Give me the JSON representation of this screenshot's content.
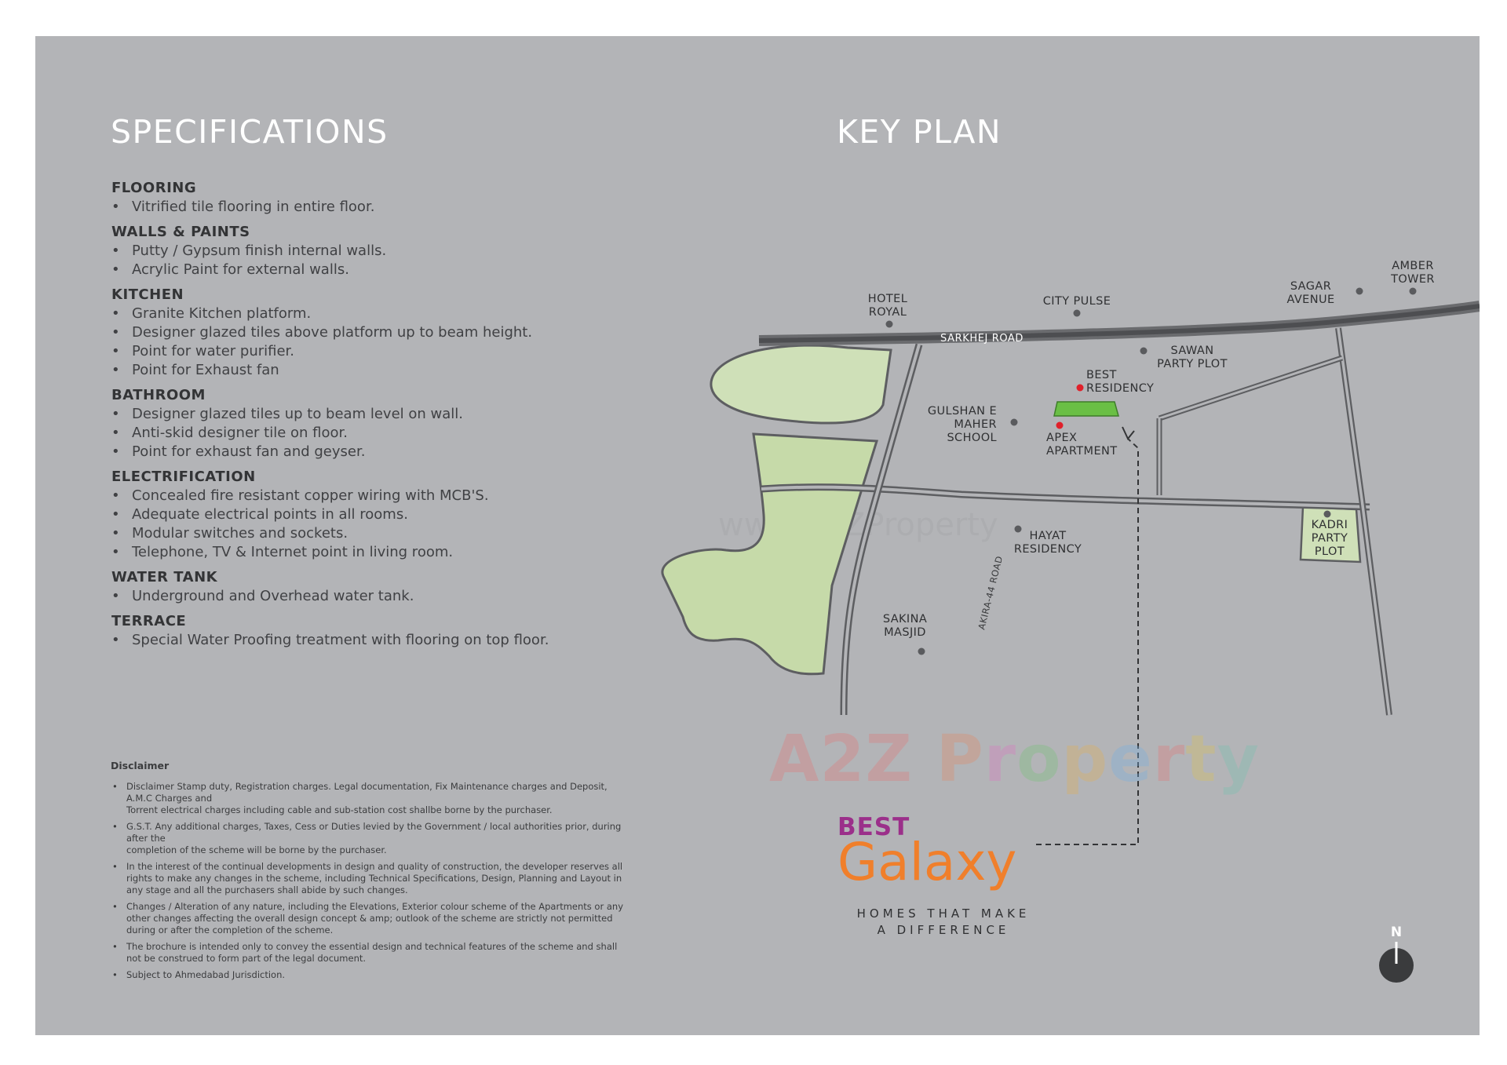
{
  "specifications": {
    "title": "SPECIFICATIONS",
    "sections": [
      {
        "heading": "FLOORING",
        "items": [
          "Vitrified tile flooring in entire floor."
        ]
      },
      {
        "heading": "WALLS & PAINTS",
        "items": [
          "Putty / Gypsum finish internal walls.",
          "Acrylic Paint for external walls."
        ]
      },
      {
        "heading": "KITCHEN",
        "items": [
          "Granite Kitchen platform.",
          "Designer glazed tiles above platform up to beam height.",
          "Point for water purifier.",
          "Point for Exhaust fan"
        ]
      },
      {
        "heading": "BATHROOM",
        "items": [
          "Designer glazed tiles up to beam level on wall.",
          "Anti-skid designer tile on floor.",
          "Point for exhaust fan and geyser."
        ]
      },
      {
        "heading": "ELECTRIFICATION",
        "items": [
          "Concealed fire resistant copper wiring with MCB'S.",
          "Adequate electrical points in all rooms.",
          "Modular switches and sockets.",
          "Telephone, TV & Internet point in living room."
        ]
      },
      {
        "heading": "WATER TANK",
        "items": [
          "Underground and Overhead water tank."
        ]
      },
      {
        "heading": "TERRACE",
        "items": [
          "Special Water Proofing treatment with flooring on top floor."
        ]
      }
    ]
  },
  "disclaimer": {
    "title": "Disclaimer",
    "items": [
      [
        "Disclaimer Stamp duty, Registration charges. Legal documentation, Fix Maintenance charges and Deposit,",
        "A.M.C Charges and",
        "Torrent electrical charges including cable and sub-station cost shallbe borne by the purchaser."
      ],
      [
        "G.S.T. Any additional charges, Taxes, Cess or Duties levied by the Government / local authorities prior, during",
        "after the",
        "completion of the scheme will be borne by the purchaser."
      ],
      [
        "In the interest of the continual developments in design and quality of construction, the developer reserves all",
        "rights to make any changes in the scheme, including Technical Specifications, Design, Planning and Layout in",
        "any stage and all the purchasers shall abide by such changes."
      ],
      [
        "Changes / Alteration of any nature, including the Elevations, Exterior colour scheme of the Apartments or any",
        "other changes affecting the overall design concept & amp; outlook of the scheme are strictly not permitted",
        "during or after the completion of the scheme."
      ],
      [
        "The brochure is intended only to convey the essential design and technical features of the scheme and shall",
        "not be construed to form part of the legal document."
      ],
      [
        "Subject to Ahmedabad Jurisdiction."
      ]
    ]
  },
  "key_plan": {
    "title": "KEY PLAN",
    "roads": {
      "sarkhej": "SARKHEJ ROAD",
      "akira": "AKIRA-44 ROAD"
    },
    "landmarks": {
      "hotel_royal": [
        "HOTEL",
        "ROYAL"
      ],
      "city_pulse": [
        "CITY PULSE"
      ],
      "sagar_avenue": [
        "SAGAR",
        "AVENUE"
      ],
      "amber_tower": [
        "AMBER",
        "TOWER"
      ],
      "sawan": [
        "SAWAN",
        "PARTY PLOT"
      ],
      "best_residency": [
        "BEST",
        "RESIDENCY"
      ],
      "gulshan": [
        "GULSHAN E",
        "MAHER",
        "SCHOOL"
      ],
      "apex": [
        "APEX",
        "APARTMENT"
      ],
      "hayat": [
        "HAYAT",
        "RESIDENCY"
      ],
      "kadri": [
        "KADRI",
        "PARTY",
        "PLOT"
      ],
      "sakina": [
        "SAKINA",
        "MASJID"
      ]
    },
    "colors": {
      "road": "#5d5e61",
      "park": "#cfe0b8",
      "site": "#6abf45",
      "marker": "#e0202a"
    }
  },
  "watermark": {
    "text": "A2Z Property",
    "faint": "www.A2ZProperty"
  },
  "brand": {
    "best": "BEST",
    "name": "Galaxy",
    "tagline": [
      "HOMES THAT MAKE",
      "A DIFFERENCE"
    ]
  },
  "compass": {
    "label": "N"
  }
}
